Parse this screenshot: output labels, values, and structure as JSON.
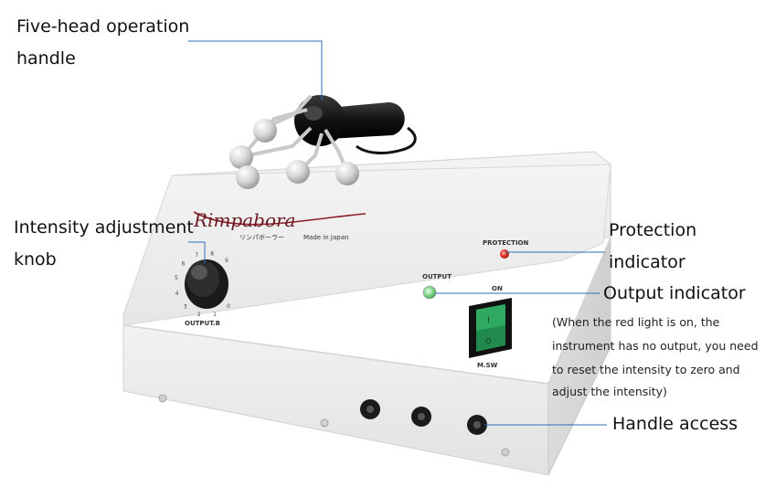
{
  "callouts": {
    "handle_line1": "Five-head operation",
    "handle_line2": "handle",
    "knob_line1": "Intensity adjustment",
    "knob_line2": "knob",
    "protection_line1": "Protection",
    "protection_line2": "indicator",
    "output_indicator": "Output indicator",
    "handle_access": "Handle access"
  },
  "note_lines": [
    "(When the red light is on, the",
    "instrument has no output, you need",
    "to reset the intensity to zero and",
    "adjust the intensity)"
  ],
  "device": {
    "brand": "Rimpabora",
    "brand_jp": "リンパボーラー",
    "made_in": "Made in Japan",
    "protection_label": "PROTECTION",
    "output_label": "OUTPUT",
    "on_label": "ON",
    "switch_label": "M.SW",
    "knob_label": "OUTPUT.B",
    "switch_on_mark": "I",
    "switch_off_mark": "O",
    "dial_numbers": [
      "0",
      "1",
      "2",
      "3",
      "4",
      "5",
      "6",
      "7",
      "8",
      "9"
    ]
  },
  "colors": {
    "switch_green": "#1f8a4c",
    "protection_led": "#e0301e",
    "output_led": "#6fd07a",
    "leader_line": "#2d6fb8"
  }
}
